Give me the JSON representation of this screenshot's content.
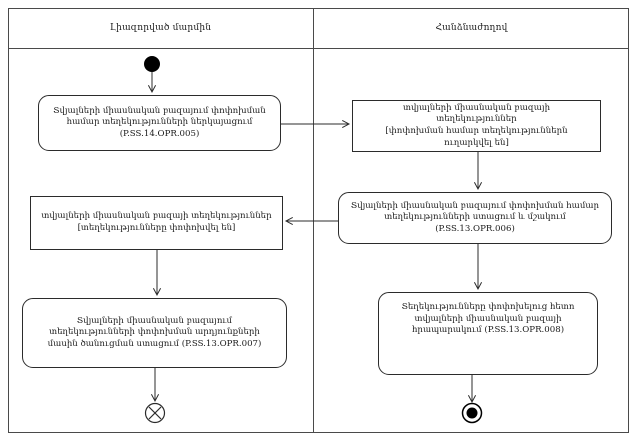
{
  "diagram": {
    "type": "uml-activity-diagram",
    "colors": {
      "line": "#4a4a4a",
      "node_border": "#2b2b2b",
      "text": "#1a1a1a",
      "background": "#ffffff",
      "node_fill": "#000000"
    },
    "lanes": [
      {
        "id": "authorized-body",
        "title": "Լիազորված մարմին"
      },
      {
        "id": "commission",
        "title": "Հանձնաժողով"
      }
    ],
    "nodes": {
      "start": {
        "type": "initial-node",
        "lane": "authorized-body"
      },
      "action_submit": {
        "type": "action",
        "lane": "authorized-body",
        "label": "Տվյալների միասնական բազայում փոփոխման համար տեղեկությունների ներկայացում (P.SS.14.OPR.005)",
        "code": "P.SS.14.OPR.005"
      },
      "object_sent": {
        "type": "object",
        "lane": "commission",
        "title": "տվյալների միասնական բազայի տեղեկություններ",
        "state": "[փոփոխման համար տեղեկություններն ուղարկվել են]"
      },
      "action_process": {
        "type": "action",
        "lane": "commission",
        "label": "Տվյալների միասնական բազայում փոփոխման համար տեղեկությունների ստացում և մշակում (P.SS.13.OPR.006)",
        "code": "P.SS.13.OPR.006"
      },
      "object_changed": {
        "type": "object",
        "lane": "authorized-body",
        "title": "տվյալների միասնական բազայի տեղեկություններ",
        "state": "[տեղեկությունները փոփոխվել են]"
      },
      "action_notice": {
        "type": "action",
        "lane": "authorized-body",
        "label": "Տվյալների միասնական բազայում տեղեկությունների փոփոխման արդյունքների մասին ծանուցման ստացում (P.SS.13.OPR.007)",
        "code": "P.SS.13.OPR.007"
      },
      "action_publish": {
        "type": "action",
        "lane": "commission",
        "label": "Տեղեկությունները փոփոխելուց հետո տվյալների միասնական բազայի հրապարակում (P.SS.13.OPR.008)",
        "code": "P.SS.13.OPR.008"
      },
      "flow_final": {
        "type": "flow-final-node",
        "lane": "authorized-body"
      },
      "activity_final": {
        "type": "activity-final-node",
        "lane": "commission"
      }
    },
    "edges": [
      {
        "from": "start",
        "to": "action_submit"
      },
      {
        "from": "action_submit",
        "to": "object_sent"
      },
      {
        "from": "object_sent",
        "to": "action_process"
      },
      {
        "from": "action_process",
        "to": "object_changed"
      },
      {
        "from": "object_changed",
        "to": "action_notice"
      },
      {
        "from": "action_notice",
        "to": "flow_final"
      },
      {
        "from": "action_process",
        "to": "action_publish"
      },
      {
        "from": "action_publish",
        "to": "activity_final"
      }
    ]
  }
}
